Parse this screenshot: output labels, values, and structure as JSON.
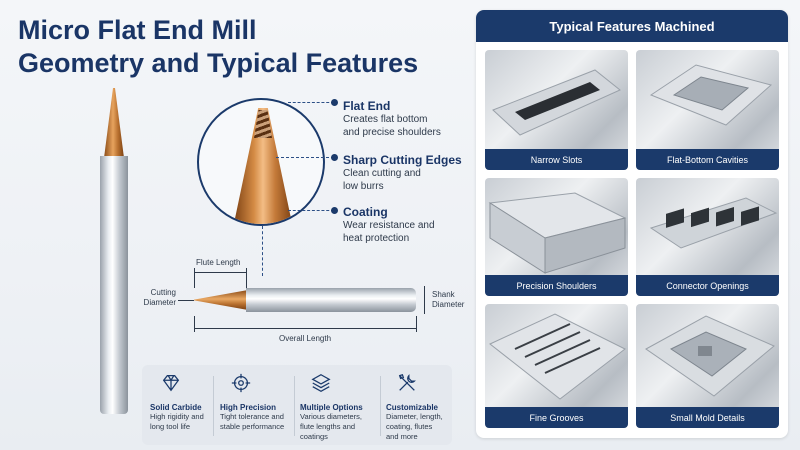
{
  "title": {
    "line1": "Micro Flat End Mill",
    "line2": "Geometry and Typical Features"
  },
  "callouts": [
    {
      "title": "Flat End",
      "desc1": "Creates flat bottom",
      "desc2": "and precise shoulders",
      "icon": "dot-marker"
    },
    {
      "title": "Sharp Cutting Edges",
      "desc1": "Clean cutting and",
      "desc2": "low burrs",
      "icon": "dot-marker"
    },
    {
      "title": "Coating",
      "desc1": "Wear resistance and",
      "desc2": "heat protection",
      "icon": "dot-marker"
    }
  ],
  "dimensions": {
    "flute_length": "Flute Length",
    "cutting_diameter_1": "Cutting",
    "cutting_diameter_2": "Diameter",
    "shank_diameter_1": "Shank",
    "shank_diameter_2": "Diameter",
    "overall_length": "Overall Length"
  },
  "features": [
    {
      "title": "Solid Carbide",
      "desc1": "High rigidity and",
      "desc2": "long tool life",
      "desc3": "",
      "icon": "diamond-icon"
    },
    {
      "title": "High Precision",
      "desc1": "Tight tolerance and",
      "desc2": "stable performance",
      "desc3": "",
      "icon": "crosshair-icon"
    },
    {
      "title": "Multiple Options",
      "desc1": "Various diameters,",
      "desc2": "flute lengths and",
      "desc3": "coatings",
      "icon": "layers-icon"
    },
    {
      "title": "Customizable",
      "desc1": "Diameter, length,",
      "desc2": "coating, flutes",
      "desc3": "and more",
      "icon": "tools-icon"
    }
  ],
  "panel": {
    "header": "Typical Features Machined",
    "cards": [
      {
        "label": "Narrow Slots"
      },
      {
        "label": "Flat-Bottom Cavities"
      },
      {
        "label": "Precision Shoulders"
      },
      {
        "label": "Connector Openings"
      },
      {
        "label": "Fine Grooves"
      },
      {
        "label": "Small Mold Details"
      }
    ]
  },
  "colors": {
    "navy": "#1b3a6b",
    "copper": "#c57b3a",
    "background": "#f1f4f8"
  }
}
